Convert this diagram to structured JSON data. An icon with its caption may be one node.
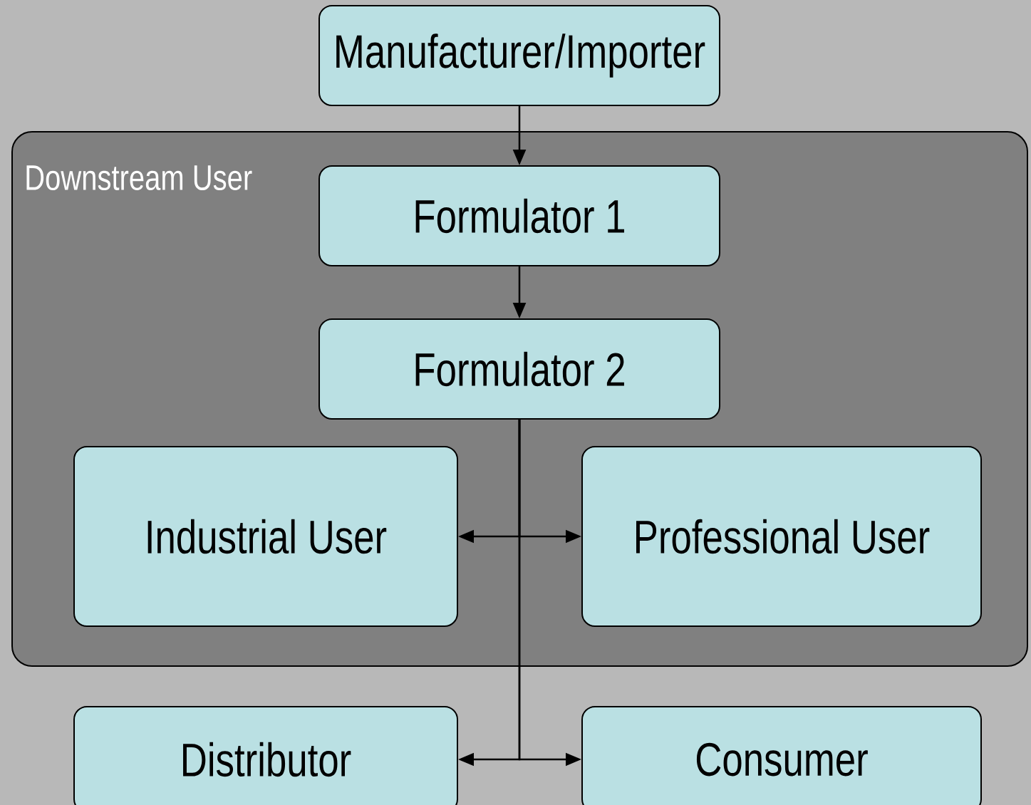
{
  "diagram": {
    "nodes": [
      {
        "text": [
          "Manufacturer/Importer"
        ]
      },
      {
        "text": [
          "Downstream User"
        ]
      },
      {
        "text": [
          "Formulator 1"
        ],
        "in": 1
      },
      {
        "text": [
          "Formulator 2"
        ],
        "in": 1
      },
      {
        "text": [
          "Industrial User"
        ],
        "in": 1
      },
      {
        "text": [
          "Professional User"
        ],
        "in": 1
      },
      {
        "text": [
          "Distributor"
        ]
      },
      {
        "text": [
          "Consumer"
        ]
      }
    ],
    "edges": [
      {
        "from": 0,
        "to": 2,
        "arrow": "to"
      },
      {
        "from": 2,
        "to": 3,
        "arrow": "to"
      },
      {
        "from": 3,
        "to": 4,
        "arrow": "to"
      },
      {
        "from": 3,
        "to": 5,
        "arrow": "to"
      },
      {
        "from": 3,
        "to": 6,
        "arrow": "to"
      },
      {
        "from": 3,
        "to": 7,
        "arrow": "to"
      }
    ]
  }
}
